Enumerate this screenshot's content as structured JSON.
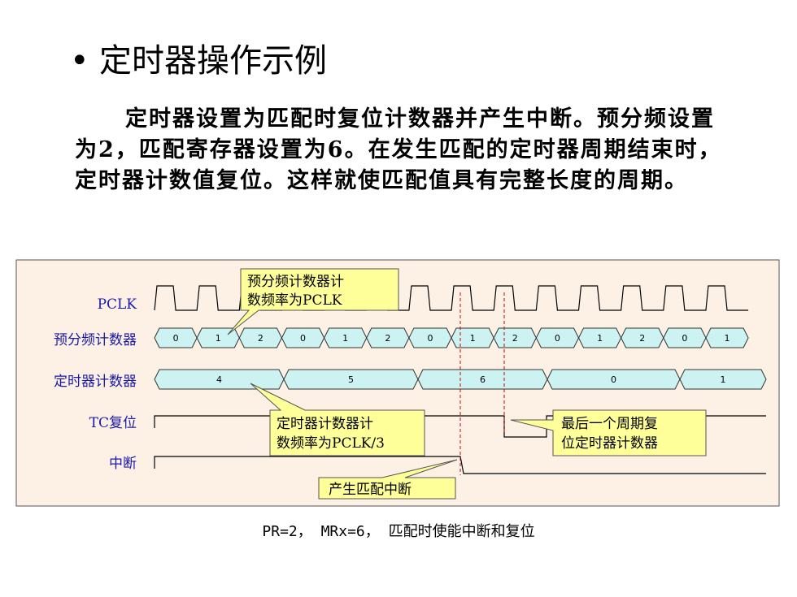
{
  "title": "定时器操作示例",
  "paragraph": "定时器设置为匹配时复位计数器并产生中断。预分频设置为2，匹配寄存器设置为6。在发生匹配的定时器周期结束时，定时器计数值复位。这样就使匹配值具有完整长度的周期。",
  "caption": "PR=2， MRx=6， 匹配时使能中断和复位",
  "colors": {
    "panel_bg": "#fdf0e4",
    "cell_fill": "#ccf2f2",
    "callout_fill": "#ffff99",
    "label": "#1a1aa6",
    "marker": "#cc0000"
  },
  "signals": {
    "pclk": "PCLK",
    "prescale": "预分频计数器",
    "timer": "定时器计数器",
    "tc_reset": "TC复位",
    "interrupt": "中断"
  },
  "prescale_values": [
    "0",
    "1",
    "2",
    "0",
    "1",
    "2",
    "0",
    "1",
    "2",
    "0",
    "1",
    "2",
    "0",
    "1"
  ],
  "timer_values": [
    "4",
    "5",
    "6",
    "0",
    "1"
  ],
  "callouts": {
    "prescale_rate": [
      "预分频计数器计",
      "数频率为PCLK"
    ],
    "timer_rate": [
      "定时器计数器计",
      "数频率为PCLK/3"
    ],
    "last_cycle": [
      "最后一个周期复",
      "位定时器计数器"
    ],
    "match_interrupt": "产生匹配中断"
  }
}
